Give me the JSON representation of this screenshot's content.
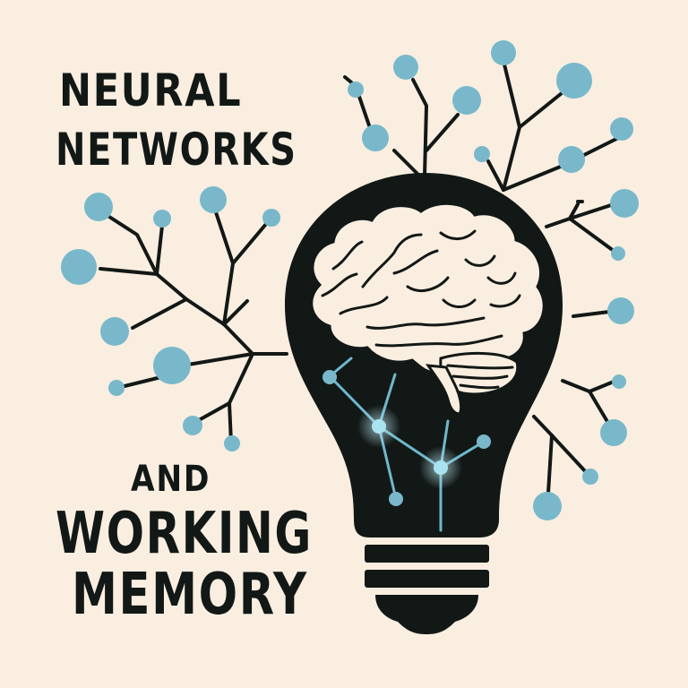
{
  "title": {
    "line1": "NEURAL",
    "line2": "NETWORKS",
    "line3": "AND",
    "line4": "WORKING",
    "line5": "MEMORY"
  },
  "colors": {
    "background": "#f9eee0",
    "ink": "#121816",
    "node": "#79b8cb",
    "glow_node": "#a9e3f0",
    "brain": "#f9eee0"
  },
  "illustration": {
    "subject": "light bulb containing a brain",
    "brain_icon": "brain-icon",
    "bulb_icon": "lightbulb-icon",
    "branches": [
      "top-left",
      "top-right",
      "left",
      "right"
    ]
  }
}
